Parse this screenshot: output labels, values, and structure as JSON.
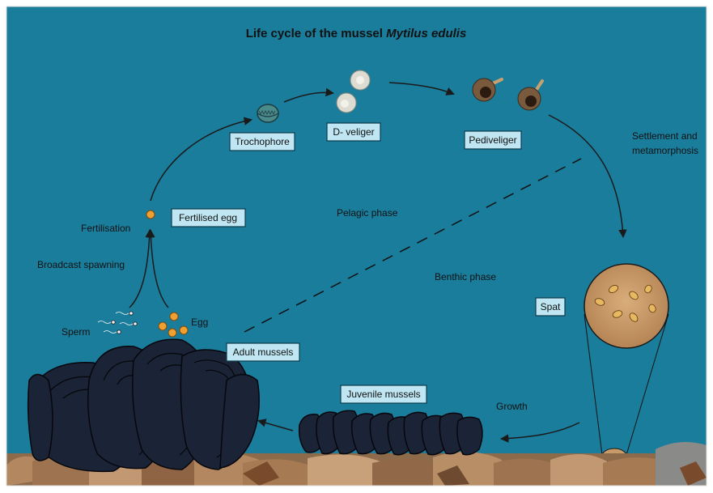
{
  "title": {
    "prefix": "Life cycle of the mussel ",
    "species": "Mytilus edulis"
  },
  "stages": {
    "trochophore": "Trochophore",
    "d_veliger": "D- veliger",
    "pediveliger": "Pediveliger",
    "fertilised_egg": "Fertilised egg",
    "spat": "Spat",
    "adult_mussels": "Adult mussels",
    "juvenile_mussels": "Juvenile mussels"
  },
  "labels": {
    "settlement_line1": "Settlement and",
    "settlement_line2": "metamorphosis",
    "fertilisation": "Fertilisation",
    "broadcast_spawning": "Broadcast spawning",
    "sperm": "Sperm",
    "egg": "Egg",
    "pelagic_phase": "Pelagic phase",
    "benthic_phase": "Benthic phase",
    "growth": "Growth"
  },
  "colors": {
    "water": "#1a7d9c",
    "water_border": "#e8e8e8",
    "label_box_fill": "#bfe6f2",
    "egg_orange": "#f0a030",
    "mussel_shell": "#1b2336",
    "rock_brown": "#a6784e",
    "spat_disc": "#c89a68"
  }
}
